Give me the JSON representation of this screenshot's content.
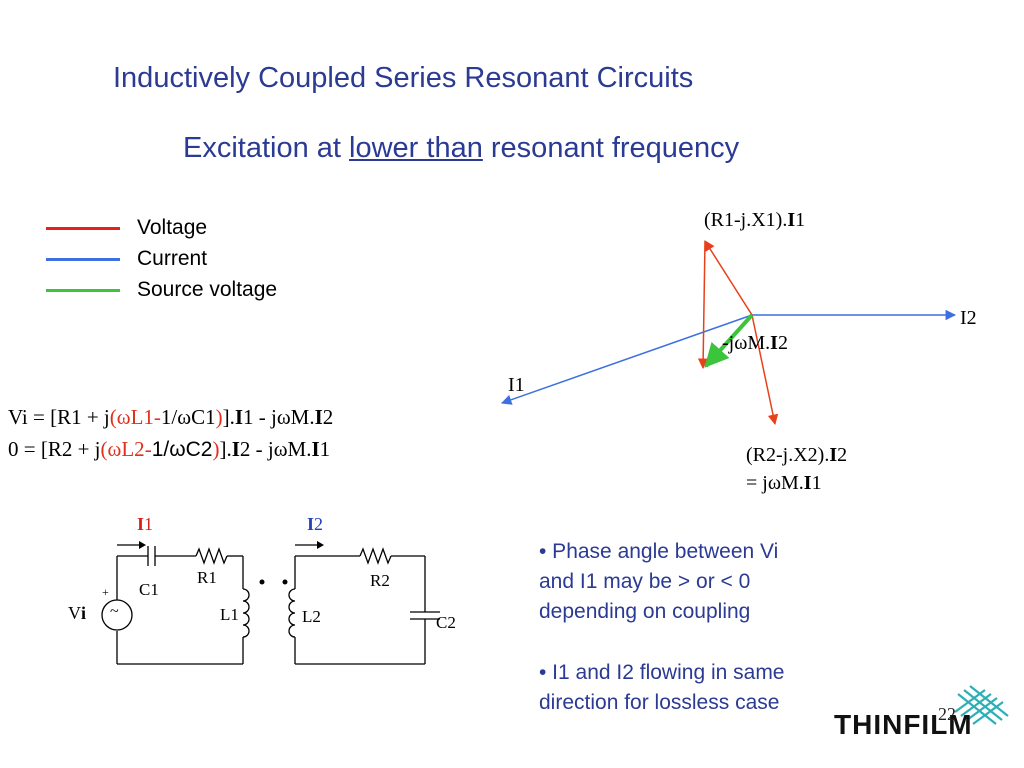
{
  "slide": {
    "title": "Inductively Coupled Series Resonant Circuits",
    "subtitle_pre": "Excitation at ",
    "subtitle_underlined": "lower than",
    "subtitle_post": " resonant frequency",
    "page_number": "22"
  },
  "legend": [
    {
      "label": "Voltage",
      "color": "#e8201a"
    },
    {
      "label": "Current",
      "color": "#3d6fe0"
    },
    {
      "label": "Source voltage",
      "color": "#3cc43c"
    }
  ],
  "equations": {
    "eq1": {
      "p1": "Vi = [R1 + j",
      "p2": "(",
      "p3": "ωL1",
      "p4": "-",
      "p5": "1/ωC1",
      "p6": ")",
      "p7": "].",
      "p8": "I",
      "p9": "1 - jωM.",
      "p10": "I",
      "p11": "2"
    },
    "eq2": {
      "p1": " 0 = [R2 + j",
      "p2": "(",
      "p3": "ωL2",
      "p4": "-",
      "p5": "1/ωC2",
      "p6": ")",
      "p7": "].",
      "p8": "I",
      "p9": "2 - jωM.",
      "p10": "I",
      "p11": "1"
    }
  },
  "phasor": {
    "label_top_a": "(R1-j.X1).",
    "label_top_b": "I",
    "label_top_c": "1",
    "label_i2": "I2",
    "label_jwm_a": "-jωM.",
    "label_jwm_b": "I",
    "label_jwm_c": "2",
    "label_i1": "I1",
    "label_bottom1_a": "(R2-j.X2).",
    "label_bottom1_b": "I",
    "label_bottom1_c": "2",
    "label_bottom2_a": "= jωM.",
    "label_bottom2_b": "I",
    "label_bottom2_c": "1"
  },
  "circuit": {
    "i1_bold": "I",
    "i1_num": "1",
    "i2_bold": "I",
    "i2_num": "2",
    "c1": "C1",
    "r1": "R1",
    "l1": "L1",
    "r2": "R2",
    "l2": "L2",
    "c2": "C2",
    "vi_v": "V",
    "vi_i": "i",
    "plus": "+",
    "tilde": "~"
  },
  "bullets": [
    {
      "line1": "•  Phase angle between Vi",
      "line2": "and I1 may be > or < 0",
      "line3": "depending on coupling"
    },
    {
      "line1": "•  I1 and I2 flowing in same",
      "line2": "direction for lossless case"
    }
  ],
  "logo": {
    "text": "THINFILM"
  }
}
